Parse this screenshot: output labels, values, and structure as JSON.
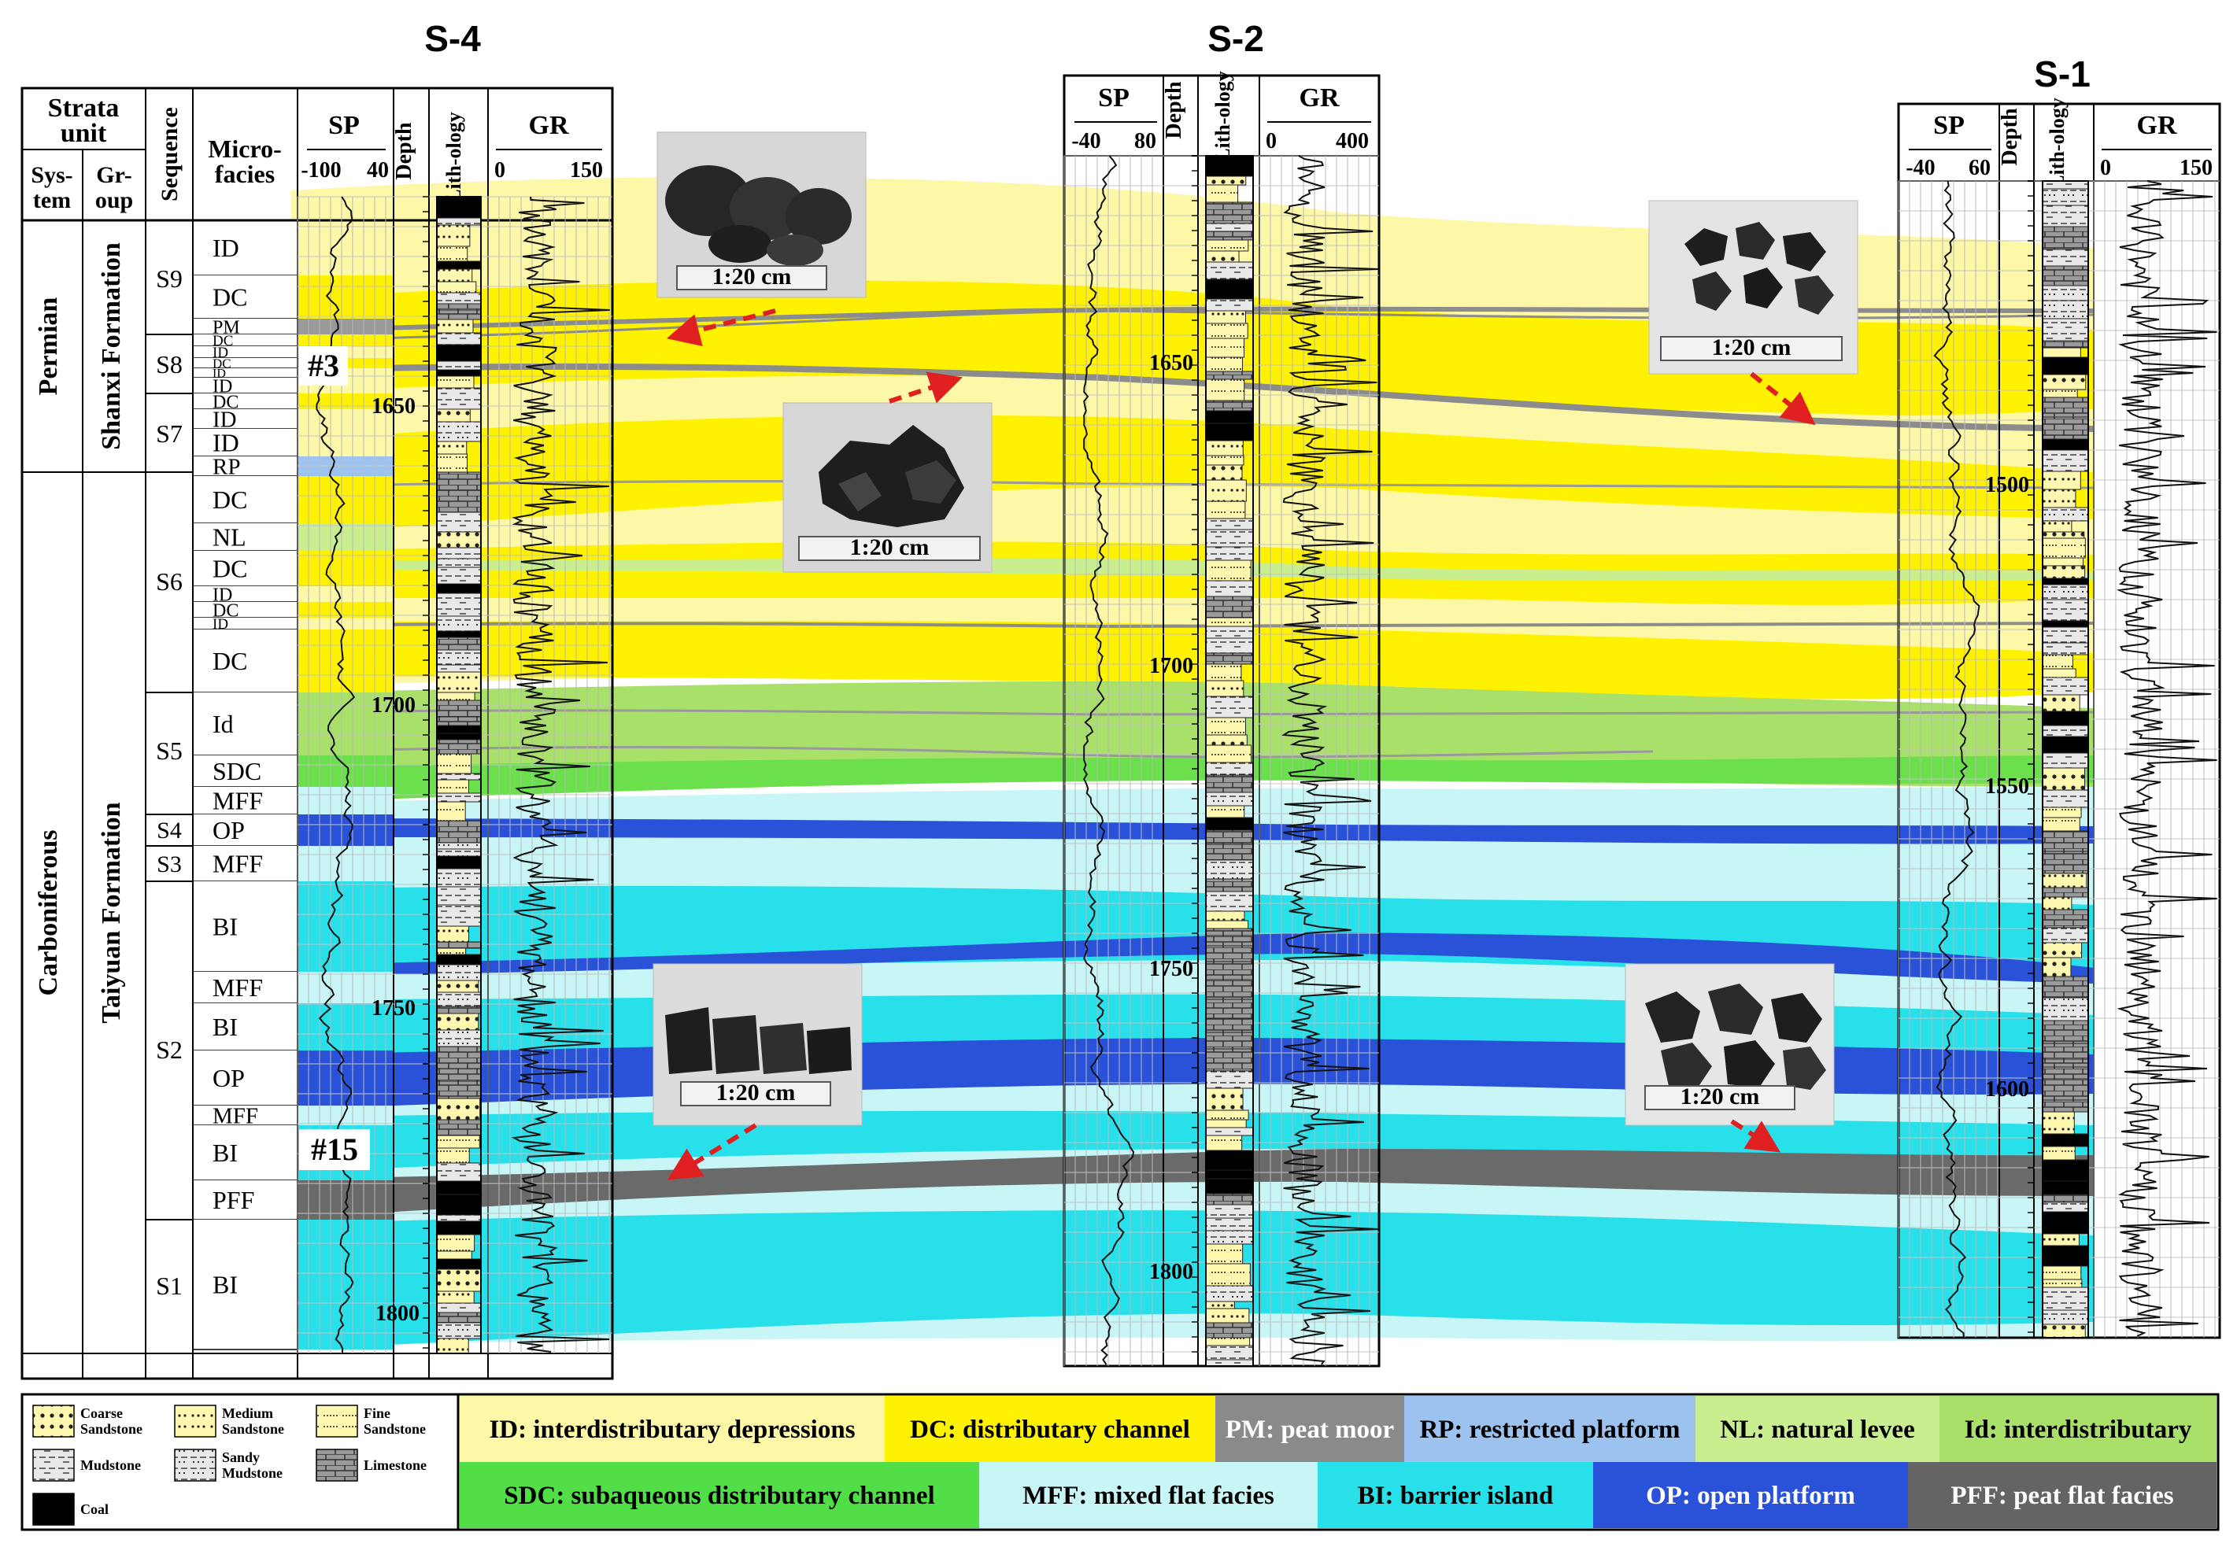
{
  "wells": {
    "s4": {
      "name": "S-4",
      "depth_ticks": [
        "1650",
        "1700",
        "1750",
        "1800"
      ],
      "sp_scale": [
        "-100",
        "40"
      ],
      "gr_scale": [
        "0",
        "150"
      ]
    },
    "s2": {
      "name": "S-2",
      "depth_ticks": [
        "1650",
        "1700",
        "1750",
        "1800"
      ],
      "sp_scale": [
        "-40",
        "80"
      ],
      "gr_scale": [
        "0",
        "400"
      ]
    },
    "s1": {
      "name": "S-1",
      "depth_ticks": [
        "1500",
        "1550",
        "1600"
      ],
      "sp_scale": [
        "-40",
        "60"
      ],
      "gr_scale": [
        "0",
        "150"
      ]
    }
  },
  "header": {
    "strata_unit": [
      "Strata",
      "unit"
    ],
    "system": [
      "Sys-",
      "tem"
    ],
    "group": [
      "Gr-",
      "oup"
    ],
    "sequence": "Sequence",
    "microfacies": [
      "Micro-",
      "facies"
    ],
    "sp": "SP",
    "depth": "Depth",
    "lithology": "Lith-ology",
    "gr": "GR"
  },
  "systems": [
    "Permian",
    "Carboniferous"
  ],
  "formations": [
    "Shanxi Formation",
    "Taiyuan Formation"
  ],
  "sequences": [
    "S9",
    "S8",
    "S7",
    "S6",
    "S5",
    "S4",
    "S3",
    "S2",
    "S1"
  ],
  "microfacies": [
    {
      "label": "ID",
      "color": "#fdf7a8"
    },
    {
      "label": "DC",
      "color": "#fef200"
    },
    {
      "label": "PM",
      "color": "#9a9a9a"
    },
    {
      "label": "DC",
      "color": "#fef200"
    },
    {
      "label": "ID",
      "color": "#fdf7a8"
    },
    {
      "label": "DC",
      "color": "#fef200"
    },
    {
      "label": "ID",
      "color": "#fdf7a8"
    },
    {
      "label": "ID",
      "color": "#fdf7a8"
    },
    {
      "label": "DC",
      "color": "#fef200"
    },
    {
      "label": "ID",
      "color": "#fdf7a8"
    },
    {
      "label": "ID",
      "color": "#fdf7a8"
    },
    {
      "label": "RP",
      "color": "#9cc3f0"
    },
    {
      "label": "DC",
      "color": "#fef200"
    },
    {
      "label": "NL",
      "color": "#c8ee90"
    },
    {
      "label": "DC",
      "color": "#fef200"
    },
    {
      "label": "ID",
      "color": "#fdf7a8"
    },
    {
      "label": "DC",
      "color": "#fef200"
    },
    {
      "label": "ID",
      "color": "#fdf7a8"
    },
    {
      "label": "DC",
      "color": "#fef200"
    },
    {
      "label": "Id",
      "color": "#a8e06a"
    },
    {
      "label": "SDC",
      "color": "#6ce04c"
    },
    {
      "label": "MFF",
      "color": "#c8f6f6"
    },
    {
      "label": "OP",
      "color": "#2a52d8"
    },
    {
      "label": "MFF",
      "color": "#c8f6f6"
    },
    {
      "label": "BI",
      "color": "#28e0ea"
    },
    {
      "label": "MFF",
      "color": "#c8f6f6"
    },
    {
      "label": "BI",
      "color": "#28e0ea"
    },
    {
      "label": "OP",
      "color": "#2a52d8"
    },
    {
      "label": "MFF",
      "color": "#c8f6f6"
    },
    {
      "label": "BI",
      "color": "#28e0ea"
    },
    {
      "label": "PFF",
      "color": "#6a6a6a"
    },
    {
      "label": "BI",
      "color": "#28e0ea"
    }
  ],
  "coal_seams": [
    "#3",
    "#15"
  ],
  "photo_scale": "1:20 cm",
  "lithology_legend": [
    {
      "label": "Coarse Sandstone",
      "pattern": "coarse"
    },
    {
      "label": "Medium Sandstone",
      "pattern": "medium"
    },
    {
      "label": "Fine Sandstone",
      "pattern": "fine"
    },
    {
      "label": "Mudstone",
      "pattern": "mud"
    },
    {
      "label": "Sandy Mudstone",
      "pattern": "sandymud"
    },
    {
      "label": "Limestone",
      "pattern": "lime"
    },
    {
      "label": "Coal",
      "pattern": "coal"
    }
  ],
  "facies_legend": [
    {
      "label": "ID: interdistributary depressions",
      "color": "#fdf7a8"
    },
    {
      "label": "DC: distributary channel",
      "color": "#fef200"
    },
    {
      "label": "PM: peat moor",
      "color": "#8a8a8a",
      "light": true
    },
    {
      "label": "RP: restricted platform",
      "color": "#9cc3f0"
    },
    {
      "label": "NL: natural levee",
      "color": "#c8ee90"
    },
    {
      "label": "Id: interdistributary",
      "color": "#a8e06a"
    },
    {
      "label": "SDC: subaqueous distributary channel",
      "color": "#52de46"
    },
    {
      "label": "MFF: mixed flat facies",
      "color": "#c8f6f6"
    },
    {
      "label": "BI: barrier island",
      "color": "#28e0ea"
    },
    {
      "label": "OP: open platform",
      "color": "#2a52d8",
      "light": true
    },
    {
      "label": "PFF: peat flat facies",
      "color": "#646464",
      "light": true
    }
  ]
}
